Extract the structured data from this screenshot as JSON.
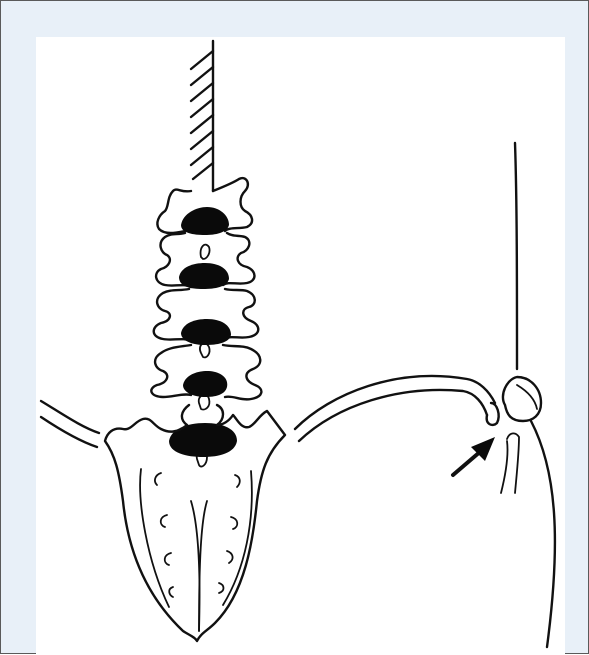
{
  "figure": {
    "frame_color": "#e8f0f8",
    "border_color": "#5a5a5a",
    "ink_color": "#111111",
    "parts": [
      "fixed-support",
      "lumbar-vertebrae",
      "intervertebral-discs",
      "sacrum",
      "iliac-crest-left",
      "iliac-crest-right",
      "femoral-shaft",
      "femoral-head",
      "hip-joint-line",
      "lesser-trochanter-fragment",
      "pointer-arrow"
    ]
  }
}
